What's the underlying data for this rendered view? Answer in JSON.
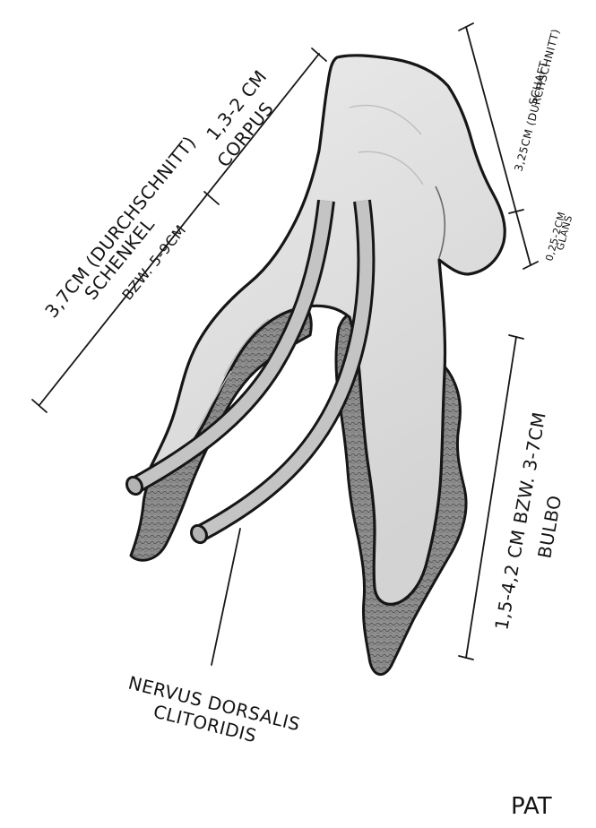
{
  "labels": {
    "corpus_size": "1,3-2 CM",
    "corpus": "CORPUS",
    "crus_size": "3,7CM (DURCHSCHNITT)",
    "crus": "SCHENKEL",
    "crus_range": "BZW. 5-9CM",
    "shaft_size": "3,25CM (DURCHSCHNITT)",
    "shaft": "SCHAFT",
    "glans_size": "0,25-2CM",
    "glans": "GLANS",
    "bulb_size": "1,5-4,2 CM BZW. 3-7CM",
    "bulb": "BULBO",
    "nerve_line1": "NERVUS DORSALIS",
    "nerve_line2": "CLITORIDIS",
    "signature": "PAT"
  },
  "colors": {
    "outline": "#161616",
    "tissue_light": "#e2e2e2",
    "tissue_mid": "#cfcfcf",
    "bulb_tissue": "#8c8c8c",
    "nerve": "#bdbdbd"
  }
}
